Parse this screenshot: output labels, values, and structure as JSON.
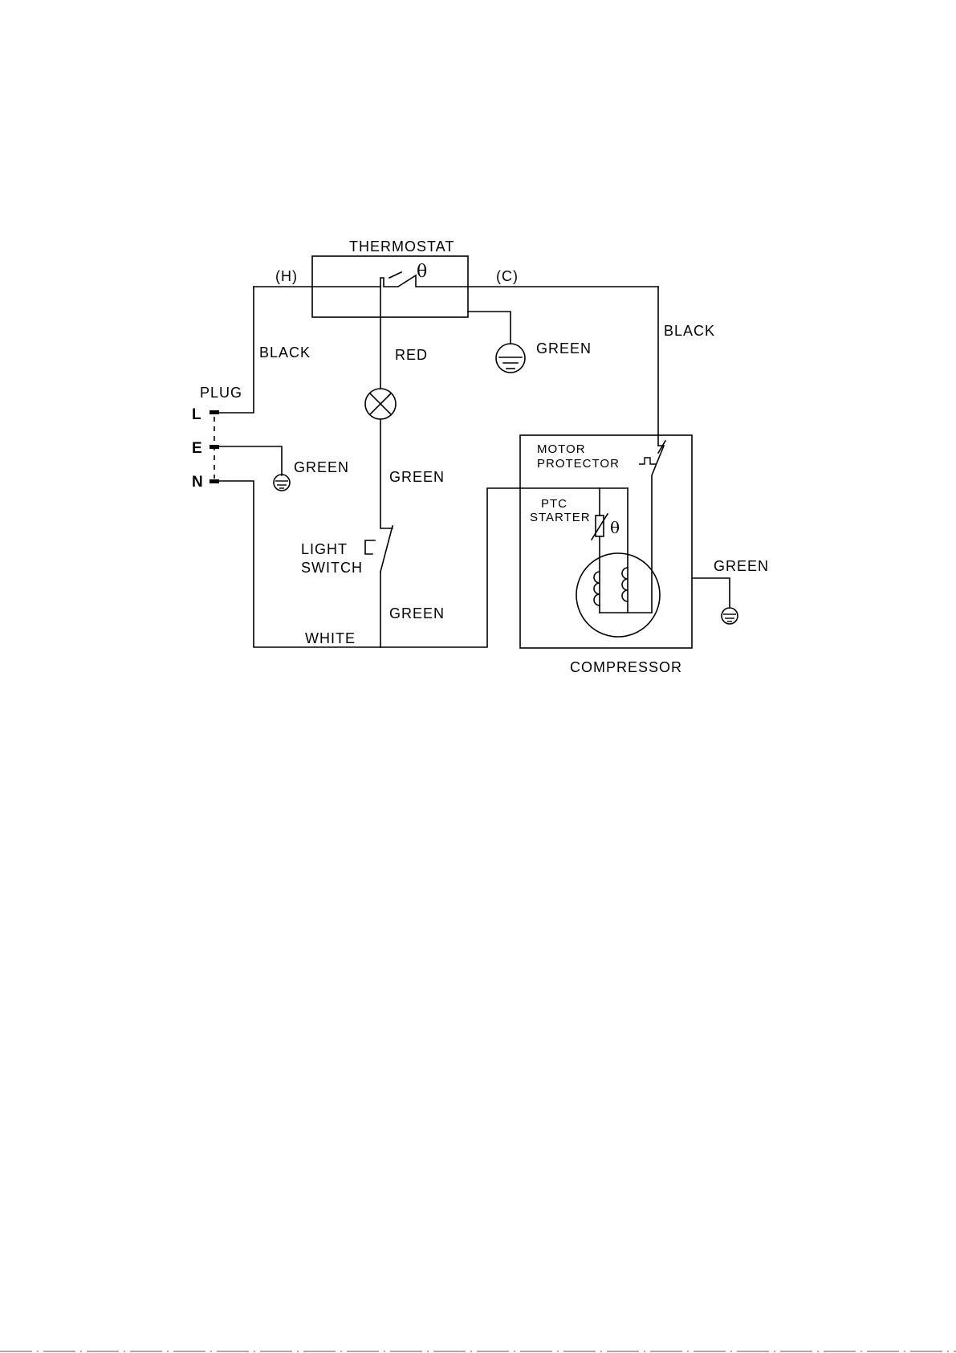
{
  "labels": {
    "thermostat": "THERMOSTAT",
    "hot": "(H)",
    "cold": "(C)",
    "theta": "θ",
    "black_left": "BLACK",
    "black_right": "BLACK",
    "red": "RED",
    "green_thermostat_ground": "GREEN",
    "plug": "PLUG",
    "pin_l": "L",
    "pin_e": "E",
    "pin_n": "N",
    "green_plug_ground": "GREEN",
    "green_lamp": "GREEN",
    "light_switch_line1": "LIGHT",
    "light_switch_line2": "SWITCH",
    "green_switch": "GREEN",
    "white": "WHITE",
    "motor_protector_line1": "MOTOR",
    "motor_protector_line2": "PROTECTOR",
    "ptc_starter_line1": "PTC",
    "ptc_starter_line2": "STARTER",
    "green_compressor_ground": "GREEN",
    "compressor": "COMPRESSOR"
  }
}
